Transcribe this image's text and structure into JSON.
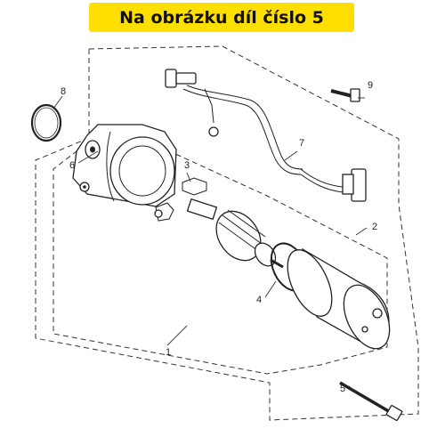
{
  "banner": {
    "text": "Na obrázku díl číslo 5",
    "background": "#ffdf00"
  },
  "callouts": [
    {
      "id": "1",
      "label": "1"
    },
    {
      "id": "2",
      "label": "2"
    },
    {
      "id": "3",
      "label": "3"
    },
    {
      "id": "4",
      "label": "4"
    },
    {
      "id": "5",
      "label": "5"
    },
    {
      "id": "6",
      "label": "6"
    },
    {
      "id": "7",
      "label": "7"
    },
    {
      "id": "8",
      "label": "8"
    },
    {
      "id": "9",
      "label": "9"
    }
  ]
}
